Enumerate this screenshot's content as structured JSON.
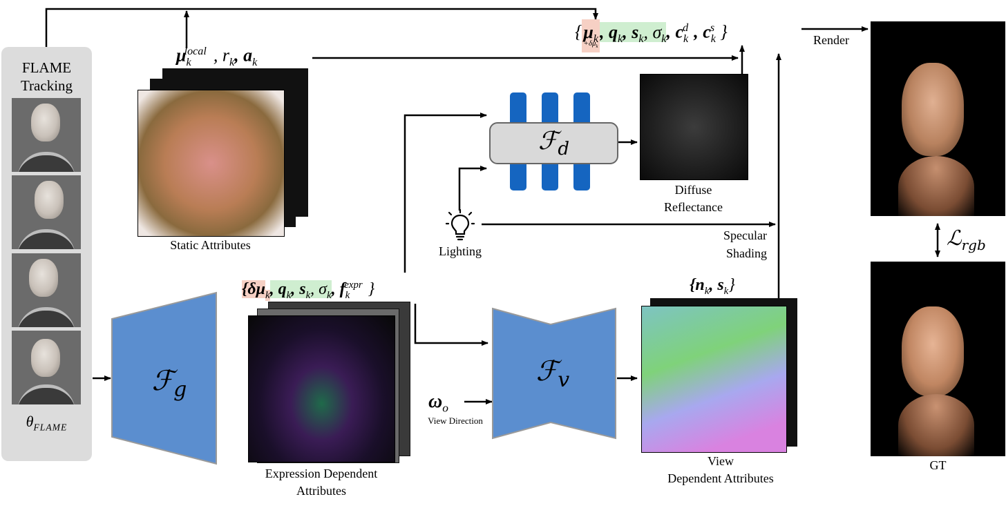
{
  "flame": {
    "title_line1": "FLAME",
    "title_line2": "Tracking",
    "theta_main": "θ",
    "theta_sub": "FLAME"
  },
  "networks": {
    "geometry": "g",
    "diffuse": "d",
    "view": "v"
  },
  "static_attributes": {
    "label": "Static Attributes",
    "symbols": {
      "mu": "μ",
      "k": "k",
      "local": "local",
      "rest": ", r",
      "rest_k": "k",
      "a": ", a",
      "a_k": "k"
    }
  },
  "expression_attributes": {
    "label_line1": "Expression Dependent",
    "label_line2": "Attributes",
    "symbols": {
      "open": "{δμ",
      "k1": "k",
      "q": ", q",
      "k2": "k",
      "s": ", s",
      "k3": "k",
      "sigma": ", σ",
      "k4": "k",
      "f": ", f",
      "expr": "expr",
      "k5": "k",
      "close": "}"
    }
  },
  "diffuse": {
    "label_line1": "Diffuse",
    "label_line2": "Reflectance"
  },
  "lighting": {
    "label": "Lighting"
  },
  "specular": {
    "label_line1": "Specular",
    "label_line2": "Shading"
  },
  "view_attributes": {
    "label_line1": "View",
    "label_line2": "Dependent Attributes",
    "symbols": {
      "open": "{n",
      "k1": "k",
      "s": ", s",
      "k2": "k",
      "close": "}"
    }
  },
  "view_direction": {
    "symbol": "ω",
    "sub": "o",
    "label": "View Direction"
  },
  "gaussians": {
    "open": "{",
    "mu": "μ",
    "mu_k": "k",
    "delta": "+δμ",
    "delta_k": "k",
    "q": ", q",
    "q_k": "k",
    "s": ", s",
    "s_k": "k",
    "sigma": ", σ",
    "sigma_k": "k",
    "cd": ", c",
    "cd_sup": "d",
    "cd_k": "k",
    "cs": ", c",
    "cs_sup": "s",
    "cs_k": "k",
    "close": "}"
  },
  "render": {
    "label": "Render"
  },
  "loss": {
    "symbol": "L",
    "sub": "rgb"
  },
  "gt": {
    "label": "GT"
  }
}
